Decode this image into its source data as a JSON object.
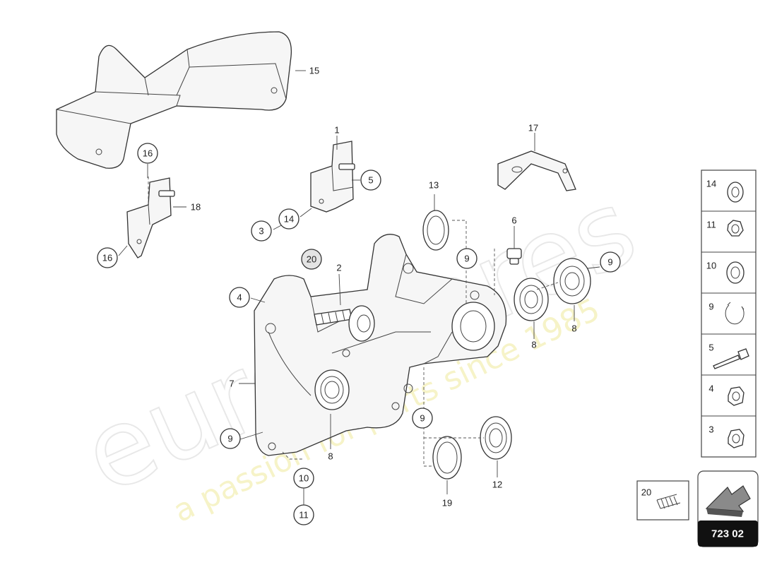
{
  "watermark": {
    "brand": "eurospares",
    "tagline": "a passion for parts since 1985"
  },
  "callouts": {
    "c1": "1",
    "c2": "2",
    "c3": "3",
    "c4": "4",
    "c5": "5",
    "c6": "6",
    "c7": "7",
    "c8a": "8",
    "c8b": "8",
    "c8c": "8",
    "c9a": "9",
    "c9b": "9",
    "c9c": "9",
    "c9d": "9",
    "c10": "10",
    "c11": "11",
    "c12": "12",
    "c13": "13",
    "c14": "14",
    "c15": "15",
    "c16a": "16",
    "c16b": "16",
    "c17": "17",
    "c18": "18",
    "c19": "19",
    "c20": "20"
  },
  "legend": {
    "items": [
      "14",
      "11",
      "10",
      "9",
      "5",
      "4",
      "3"
    ],
    "extra": "20"
  },
  "reference": {
    "code": "723 02"
  }
}
